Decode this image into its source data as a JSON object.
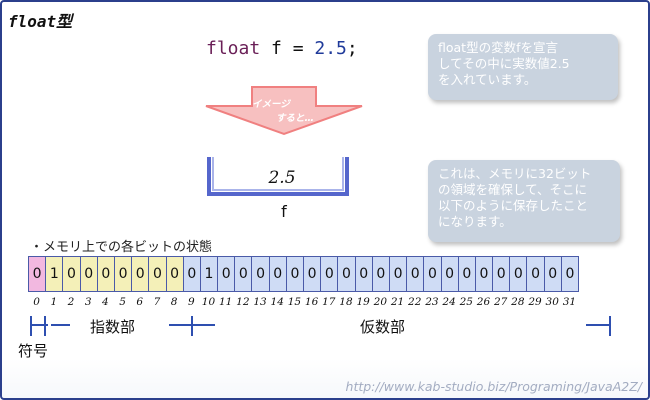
{
  "title": "float型",
  "code": {
    "keyword": "float",
    "rest": " f = ",
    "number": "2.5",
    "end": ";"
  },
  "callout1": "float型の変数fを宣言\nしてその中に実数値2.5\nを入れています。",
  "arrow_label": {
    "line1": "イメージ",
    "line2": "すると…"
  },
  "variable": {
    "value": "2.5",
    "name": "f"
  },
  "callout2": "これは、メモリに32ビット\nの領域を確保して、そこに\n以下のように保存したこと\nになります。",
  "bits_caption": "・メモリ上での各ビットの状態",
  "bits": [
    "0",
    "1",
    "0",
    "0",
    "0",
    "0",
    "0",
    "0",
    "0",
    "0",
    "1",
    "0",
    "0",
    "0",
    "0",
    "0",
    "0",
    "0",
    "0",
    "0",
    "0",
    "0",
    "0",
    "0",
    "0",
    "0",
    "0",
    "0",
    "0",
    "0",
    "0",
    "0"
  ],
  "bit_indices": [
    "0",
    "1",
    "2",
    "3",
    "4",
    "5",
    "6",
    "7",
    "8",
    "9",
    "10",
    "11",
    "12",
    "13",
    "14",
    "15",
    "16",
    "17",
    "18",
    "19",
    "20",
    "21",
    "22",
    "23",
    "24",
    "25",
    "26",
    "27",
    "28",
    "29",
    "30",
    "31"
  ],
  "labels": {
    "sign": "符号",
    "exponent": "指数部",
    "mantissa": "仮数部"
  },
  "colors": {
    "sign": "#f2b8e0",
    "exponent": "#f4f0b8",
    "mantissa": "#cfdcf5",
    "arrow": "#f08080",
    "bracket": "#5566cc"
  },
  "url": "http://www.kab-studio.biz/Programing/JavaA2Z/"
}
